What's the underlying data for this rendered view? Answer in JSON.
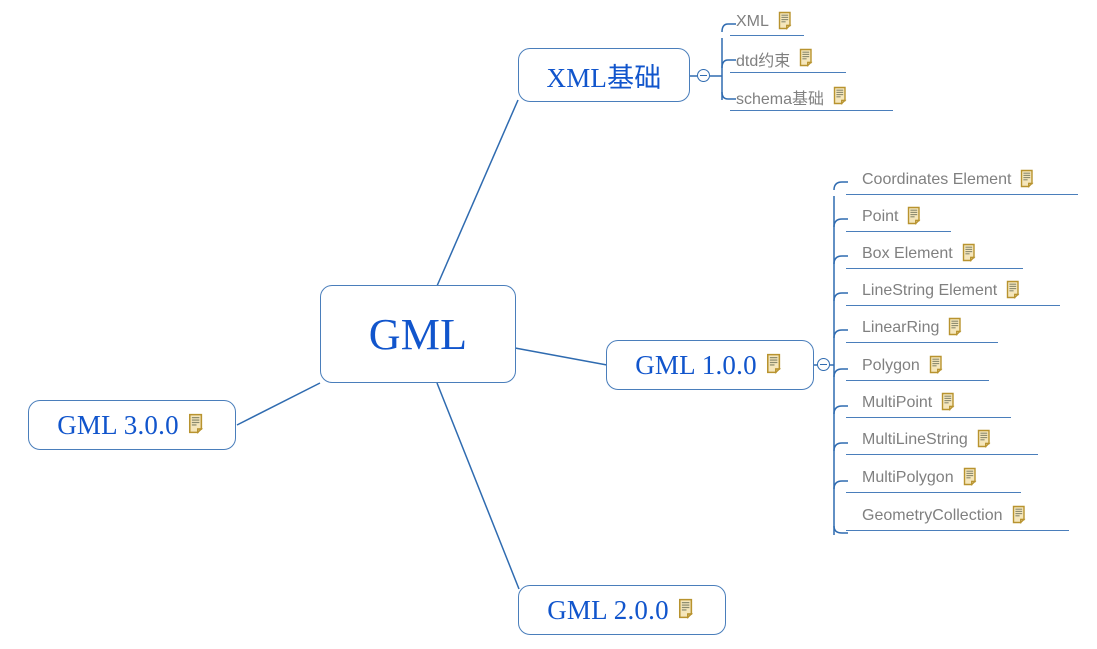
{
  "diagram": {
    "type": "mind-map",
    "root": {
      "label": "GML"
    },
    "colors": {
      "node_border": "#4a7ebb",
      "node_text": "#1155cc",
      "leaf_text": "#808080",
      "connector": "#2f6bb0",
      "note_icon_fill": "#f2e2b0",
      "note_icon_border": "#b8932f",
      "background": "#ffffff"
    },
    "branches": [
      {
        "id": "xml-basics",
        "label": "XML基础",
        "has_note_icon": false,
        "collapsed_toggle": "minus",
        "children": [
          {
            "label": "XML",
            "has_note_icon": true
          },
          {
            "label": "dtd约束",
            "has_note_icon": true
          },
          {
            "label": "schema基础",
            "has_note_icon": true
          }
        ]
      },
      {
        "id": "gml-1-0-0",
        "label": "GML 1.0.0",
        "has_note_icon": true,
        "collapsed_toggle": "minus",
        "children": [
          {
            "label": "Coordinates Element",
            "has_note_icon": true
          },
          {
            "label": "Point",
            "has_note_icon": true
          },
          {
            "label": "Box Element",
            "has_note_icon": true
          },
          {
            "label": "LineString Element",
            "has_note_icon": true
          },
          {
            "label": "LinearRing",
            "has_note_icon": true
          },
          {
            "label": "Polygon",
            "has_note_icon": true
          },
          {
            "label": "MultiPoint",
            "has_note_icon": true
          },
          {
            "label": "MultiLineString",
            "has_note_icon": true
          },
          {
            "label": "MultiPolygon",
            "has_note_icon": true
          },
          {
            "label": "GeometryCollection",
            "has_note_icon": true
          }
        ]
      },
      {
        "id": "gml-2-0-0",
        "label": "GML 2.0.0",
        "has_note_icon": true,
        "children": []
      },
      {
        "id": "gml-3-0-0",
        "label": "GML 3.0.0",
        "has_note_icon": true,
        "children": []
      }
    ]
  }
}
